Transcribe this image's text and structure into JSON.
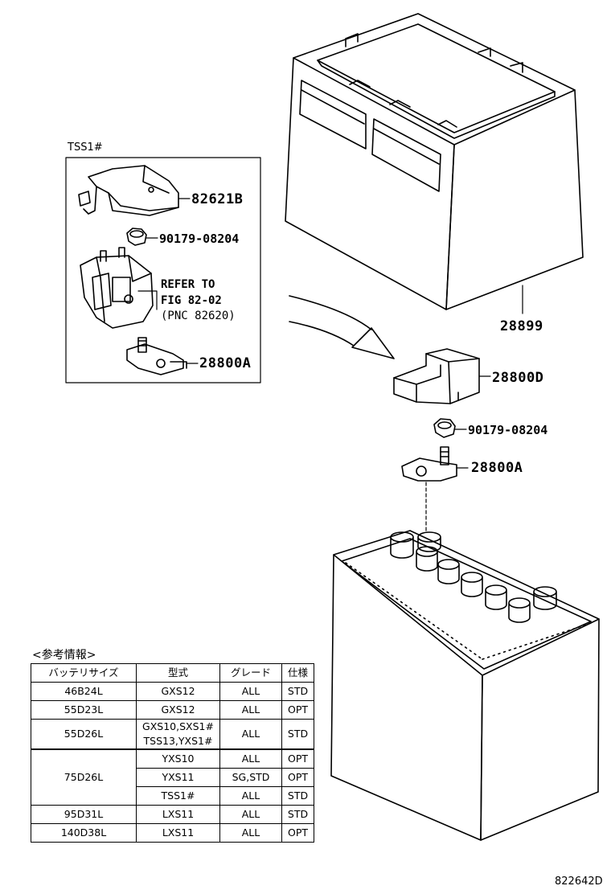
{
  "labels": {
    "box_title": "TSS1#",
    "p82621b": "82621B",
    "p90179_box": "90179-08204",
    "refer_line1": "REFER TO",
    "refer_line2": "FIG 82-02",
    "refer_line3": "(PNC 82620)",
    "p28800a_box": "28800A",
    "p28899": "28899",
    "p28800d": "28800D",
    "p90179": "90179-08204",
    "p28800a": "28800A",
    "doc_code": "822642D"
  },
  "info": {
    "title": "<参考情報>",
    "headers": [
      "バッテリサイズ",
      "型式",
      "グレード",
      "仕様"
    ],
    "rows": [
      {
        "size": "46B24L",
        "model": "GXS12",
        "grade": "ALL",
        "spec": "STD"
      },
      {
        "size": "55D23L",
        "model": "GXS12",
        "grade": "ALL",
        "spec": "OPT"
      },
      {
        "size": "55D26L",
        "model_line1": "GXS10,SXS1#",
        "model_line2": "TSS13,YXS1#",
        "grade": "ALL",
        "spec": "STD"
      },
      {
        "size": "75D26L",
        "model": "YXS10",
        "grade": "ALL",
        "spec": "OPT"
      },
      {
        "model": "YXS11",
        "grade": "SG,STD",
        "spec": "OPT"
      },
      {
        "model": "TSS1#",
        "grade": "ALL",
        "spec": "STD"
      },
      {
        "size": "95D31L",
        "model": "LXS11",
        "grade": "ALL",
        "spec": "STD"
      },
      {
        "size": "140D38L",
        "model": "LXS11",
        "grade": "ALL",
        "spec": "OPT"
      }
    ]
  }
}
